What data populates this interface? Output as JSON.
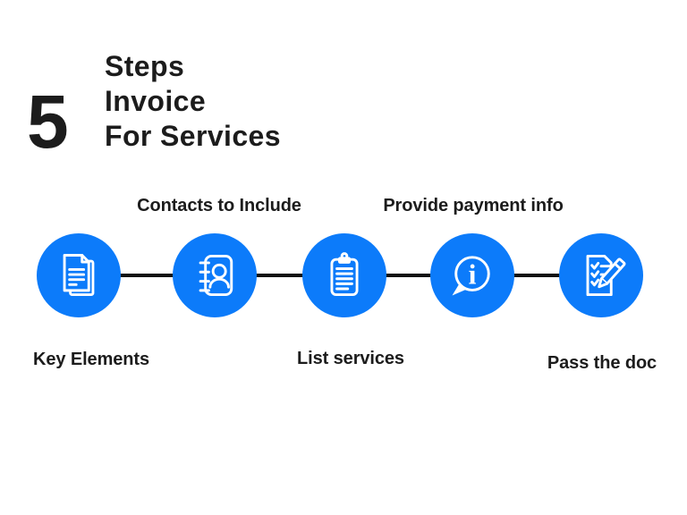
{
  "title": {
    "number": "5",
    "lines": [
      "Steps",
      "Invoice",
      "For Services"
    ]
  },
  "steps": [
    {
      "label": "Key Elements",
      "icon": "documents-icon",
      "label_position": "below"
    },
    {
      "label": "Contacts to Include",
      "icon": "address-book-icon",
      "label_position": "above"
    },
    {
      "label": "List services",
      "icon": "clipboard-icon",
      "label_position": "below"
    },
    {
      "label": "Provide payment info",
      "icon": "info-bubble-icon",
      "label_position": "above"
    },
    {
      "label": "Pass the doc",
      "icon": "checklist-pencil-icon",
      "label_position": "below"
    }
  ],
  "colors": {
    "accent": "#0c7bfa",
    "line": "#111111",
    "text": "#1c1c1c",
    "icon": "#ffffff"
  }
}
